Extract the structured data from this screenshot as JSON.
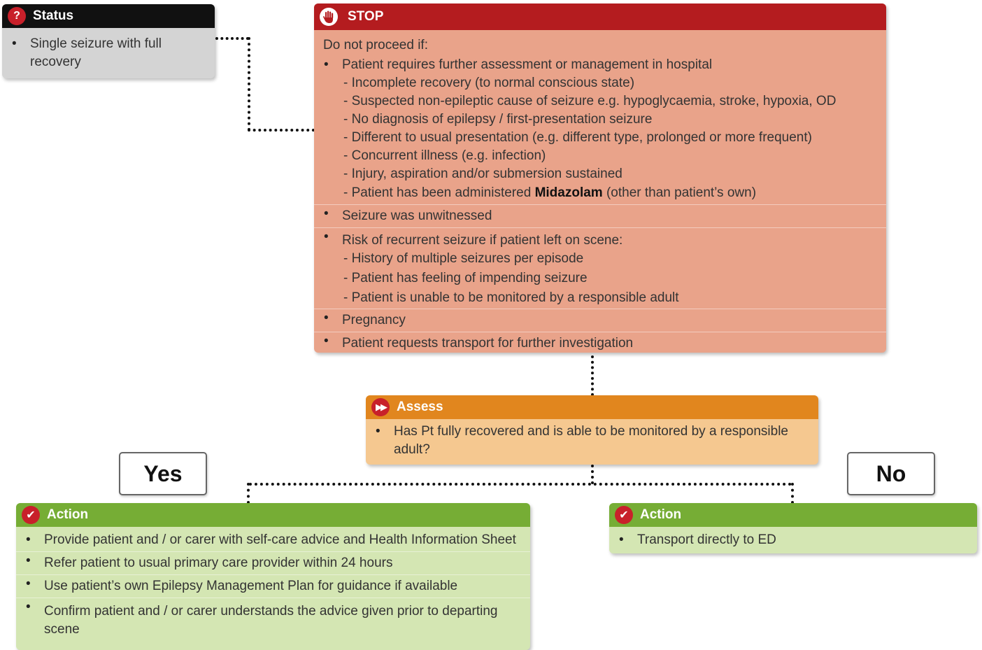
{
  "status": {
    "title": "Status",
    "icon": "question-icon",
    "items": [
      "Single seizure with full recovery"
    ]
  },
  "stop": {
    "title": "STOP",
    "icon": "hand-icon",
    "intro": "Do not proceed if:",
    "group1": {
      "bullet": "Patient requires further assessment or management in hospital",
      "subs": [
        "- Incomplete recovery (to normal conscious state)",
        "- Suspected non-epileptic cause of seizure e.g. hypoglycaemia, stroke, hypoxia, OD",
        "- No diagnosis of epilepsy / first-presentation seizure",
        "- Different to usual presentation (e.g. different type, prolonged or more frequent)",
        "- Concurrent illness (e.g. infection)",
        "- Injury, aspiration and/or submersion sustained"
      ],
      "last_sub_pre": "- Patient has been administered ",
      "last_sub_bold": "Midazolam",
      "last_sub_post": " (other than patient’s own)"
    },
    "bullet2": "Seizure was unwitnessed",
    "group3": {
      "bullet": "Risk of recurrent seizure if patient left on scene:",
      "subs": [
        "- History of multiple seizures per episode",
        "- Patient has feeling of impending seizure",
        "- Patient is unable to be monitored by a responsible adult"
      ]
    },
    "bullet4": "Pregnancy",
    "bullet5": "Patient requests transport for further investigation"
  },
  "assess": {
    "title": "Assess",
    "icon": "fast-forward-icon",
    "item": "Has Pt fully recovered and is able to be monitored by a responsible adult?"
  },
  "yes_label": "Yes",
  "no_label": "No",
  "action_yes": {
    "title": "Action",
    "icon": "check-icon",
    "items": [
      "Provide patient and / or carer with self-care advice and Health Information Sheet",
      "Refer patient to usual primary care provider within 24 hours",
      "Use patient’s own Epilepsy Management Plan for guidance if available",
      "Confirm patient and / or carer understands the advice given prior to departing scene"
    ]
  },
  "action_no": {
    "title": "Action",
    "icon": "check-icon",
    "items": [
      "Transport directly to ED"
    ]
  },
  "colors": {
    "status_header": "#111111",
    "status_body": "#d4d4d4",
    "stop_header": "#b41c1f",
    "stop_body": "#e9a38a",
    "assess_header": "#e1861e",
    "assess_body": "#f5c890",
    "action_header": "#76ad35",
    "action_body": "#d4e6b3",
    "icon_red": "#c8202a"
  }
}
